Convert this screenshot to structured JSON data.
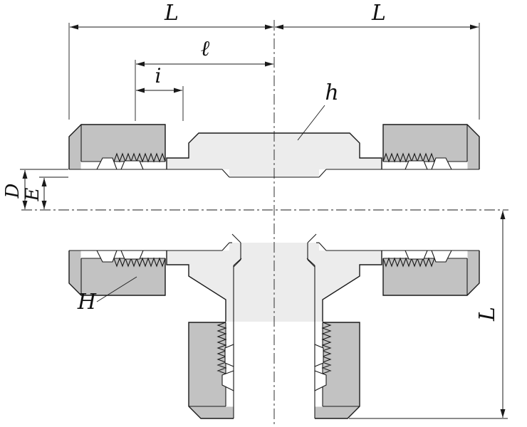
{
  "drawing": {
    "kind": "technical-cross-section",
    "subject": "compression tee tube fitting with three nuts and dimension callouts",
    "labels": {
      "dim_top_left": "L",
      "dim_top_right": "L",
      "dim_ell": "ℓ",
      "dim_i": "i",
      "dim_h": "h",
      "dim_D": "D",
      "dim_E": "E",
      "dim_H": "H",
      "dim_right_vertical": "L"
    },
    "colors": {
      "background": "#ffffff",
      "line": "#1a1a1a",
      "nut_fill": "#c2c2c2",
      "body_fill": "#ececec",
      "bore_fill": "#ffffff"
    }
  }
}
